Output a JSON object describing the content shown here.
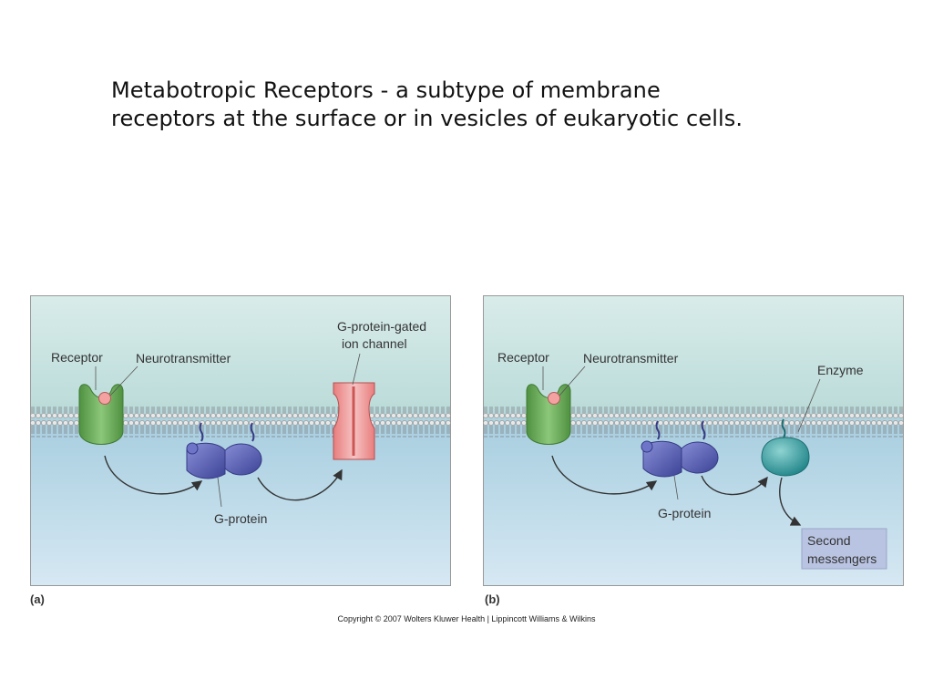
{
  "title": {
    "line1": "Metabotropic Receptors - a subtype of membrane",
    "line2": "receptors at the surface or in vesicles of eukaryotic cells."
  },
  "panel_a": {
    "letter": "(a)",
    "receptor": "Receptor",
    "neurotransmitter": "Neurotransmitter",
    "channel_line1": "G-protein-gated",
    "channel_line2": "ion channel",
    "gprotein": "G-protein"
  },
  "panel_b": {
    "letter": "(b)",
    "receptor": "Receptor",
    "neurotransmitter": "Neurotransmitter",
    "enzyme": "Enzyme",
    "gprotein": "G-protein",
    "second_line1": "Second",
    "second_line2": "messengers"
  },
  "copyright": "Copyright © 2007 Wolters Kluwer Health | Lippincott Williams & Wilkins",
  "colors": {
    "extracellular": "#cfe6e3",
    "intracellular": "#6fa8d2",
    "receptor": "#6fae5a",
    "gprotein": "#5b63b8",
    "channel": "#e98a8a",
    "enzyme": "#2e9ea4",
    "second_box": "#b7c3e0"
  }
}
